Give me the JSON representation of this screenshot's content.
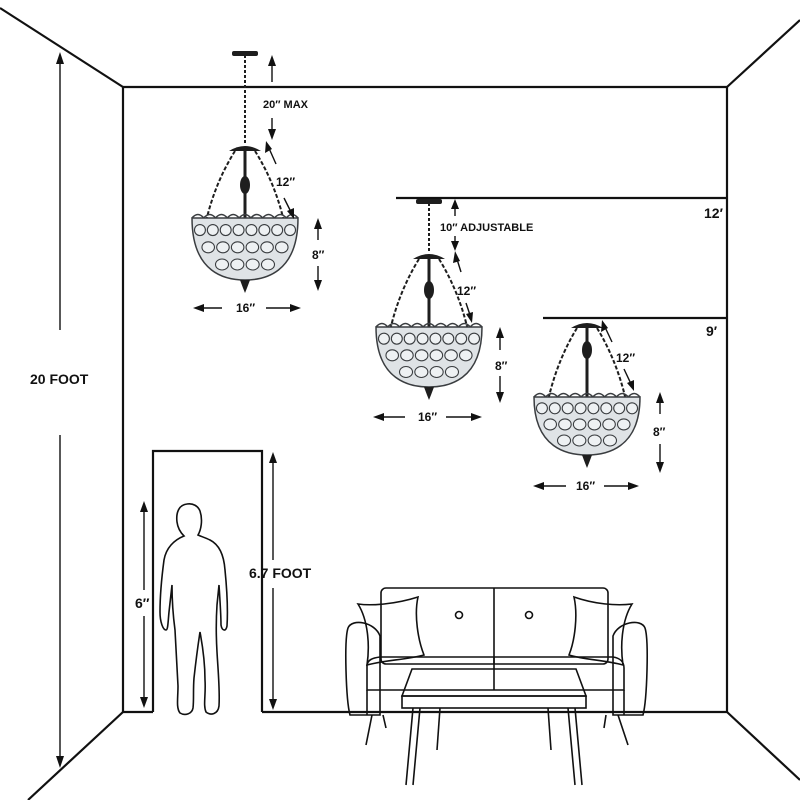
{
  "labels": {
    "room_height": "20 FOOT",
    "door_height": "6.7 FOOT",
    "person_height": "6″",
    "max_hang": "20″ MAX",
    "adjustable": "10″ ADJUSTABLE",
    "ceiling_12": "12′",
    "ceiling_9": "9′",
    "chain_a": "12″",
    "chain_b": "12″",
    "chain_c": "12″",
    "shade_h_a": "8″",
    "shade_h_b": "8″",
    "shade_h_c": "8″",
    "width_a": "16″",
    "width_b": "16″",
    "width_c": "16″"
  },
  "colors": {
    "line": "#111111",
    "shade_glass": "#dfe3e6",
    "shade_lead": "#3a3d40",
    "metal": "#1e1e1e"
  }
}
